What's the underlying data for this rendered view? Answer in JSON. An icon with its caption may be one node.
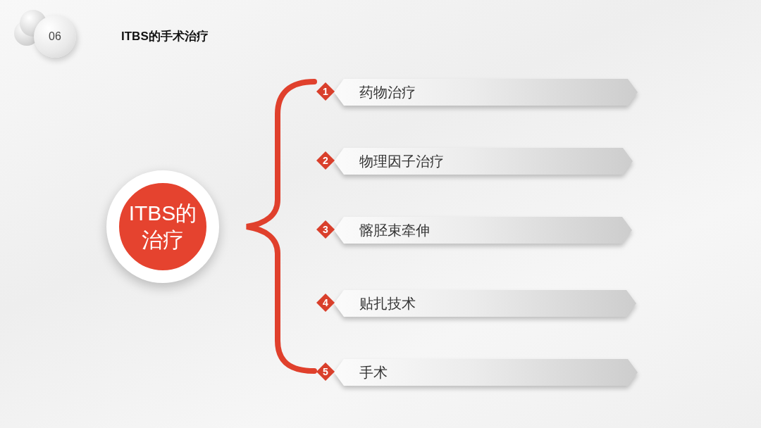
{
  "diagram": {
    "title": "ITBS的手术治疗",
    "nodes": [
      {
        "text": [
          "06"
        ]
      },
      {
        "text": [
          "ITBS的治疗"
        ]
      },
      {
        "text": [
          "1"
        ]
      },
      {
        "text": [
          "药物治疗"
        ]
      },
      {
        "text": [
          "2"
        ]
      },
      {
        "text": [
          "物理因子治疗"
        ]
      },
      {
        "text": [
          "3"
        ]
      },
      {
        "text": [
          "髂胫束牵伸"
        ]
      },
      {
        "text": [
          "4"
        ]
      },
      {
        "text": [
          "贴扎技术"
        ]
      },
      {
        "text": [
          "5"
        ]
      },
      {
        "text": [
          "手术"
        ]
      }
    ]
  }
}
